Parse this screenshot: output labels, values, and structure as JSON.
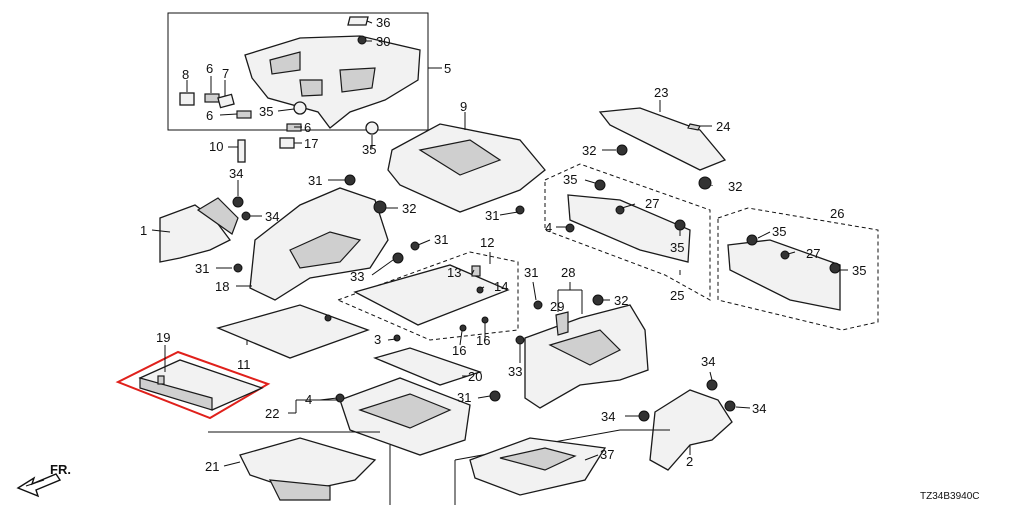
{
  "diagram_code": "TZ34B3940C",
  "direction_label": "FR.",
  "callouts": [
    {
      "id": "c36",
      "text": "36"
    },
    {
      "id": "c30",
      "text": "30"
    },
    {
      "id": "c5",
      "text": "5"
    },
    {
      "id": "c8",
      "text": "8"
    },
    {
      "id": "c6a",
      "text": "6"
    },
    {
      "id": "c7",
      "text": "7"
    },
    {
      "id": "c6b",
      "text": "6"
    },
    {
      "id": "c35a",
      "text": "35"
    },
    {
      "id": "c6c",
      "text": "6"
    },
    {
      "id": "c10",
      "text": "10"
    },
    {
      "id": "c17",
      "text": "17"
    },
    {
      "id": "c35b",
      "text": "35"
    },
    {
      "id": "c9",
      "text": "9"
    },
    {
      "id": "c23",
      "text": "23"
    },
    {
      "id": "c24",
      "text": "24"
    },
    {
      "id": "c32a",
      "text": "32"
    },
    {
      "id": "c32b",
      "text": "32"
    },
    {
      "id": "c35c",
      "text": "35"
    },
    {
      "id": "c27a",
      "text": "27"
    },
    {
      "id": "c4a",
      "text": "4"
    },
    {
      "id": "c35d",
      "text": "35"
    },
    {
      "id": "c25",
      "text": "25"
    },
    {
      "id": "c26",
      "text": "26"
    },
    {
      "id": "c35e",
      "text": "35"
    },
    {
      "id": "c27b",
      "text": "27"
    },
    {
      "id": "c35f",
      "text": "35"
    },
    {
      "id": "c34a",
      "text": "34"
    },
    {
      "id": "c34b",
      "text": "34"
    },
    {
      "id": "c1",
      "text": "1"
    },
    {
      "id": "c31a",
      "text": "31"
    },
    {
      "id": "c32c",
      "text": "32"
    },
    {
      "id": "c31b",
      "text": "31"
    },
    {
      "id": "c31c",
      "text": "31"
    },
    {
      "id": "c31d",
      "text": "31"
    },
    {
      "id": "c33a",
      "text": "33"
    },
    {
      "id": "c18",
      "text": "18"
    },
    {
      "id": "c12",
      "text": "12"
    },
    {
      "id": "c13",
      "text": "13"
    },
    {
      "id": "c14",
      "text": "14"
    },
    {
      "id": "c31e",
      "text": "31"
    },
    {
      "id": "c28",
      "text": "28"
    },
    {
      "id": "c29",
      "text": "29"
    },
    {
      "id": "c32d",
      "text": "32"
    },
    {
      "id": "c19",
      "text": "19"
    },
    {
      "id": "c11",
      "text": "11"
    },
    {
      "id": "c3",
      "text": "3"
    },
    {
      "id": "c16a",
      "text": "16"
    },
    {
      "id": "c16b",
      "text": "16"
    },
    {
      "id": "c20",
      "text": "20"
    },
    {
      "id": "c33b",
      "text": "33"
    },
    {
      "id": "c31f",
      "text": "31"
    },
    {
      "id": "c4b",
      "text": "4"
    },
    {
      "id": "c22",
      "text": "22"
    },
    {
      "id": "c34c",
      "text": "34"
    },
    {
      "id": "c34d",
      "text": "34"
    },
    {
      "id": "c34e",
      "text": "34"
    },
    {
      "id": "c2",
      "text": "2"
    },
    {
      "id": "c21",
      "text": "21"
    },
    {
      "id": "c37",
      "text": "37"
    }
  ],
  "highlight": {
    "part": "19",
    "color": "#e0201b"
  }
}
